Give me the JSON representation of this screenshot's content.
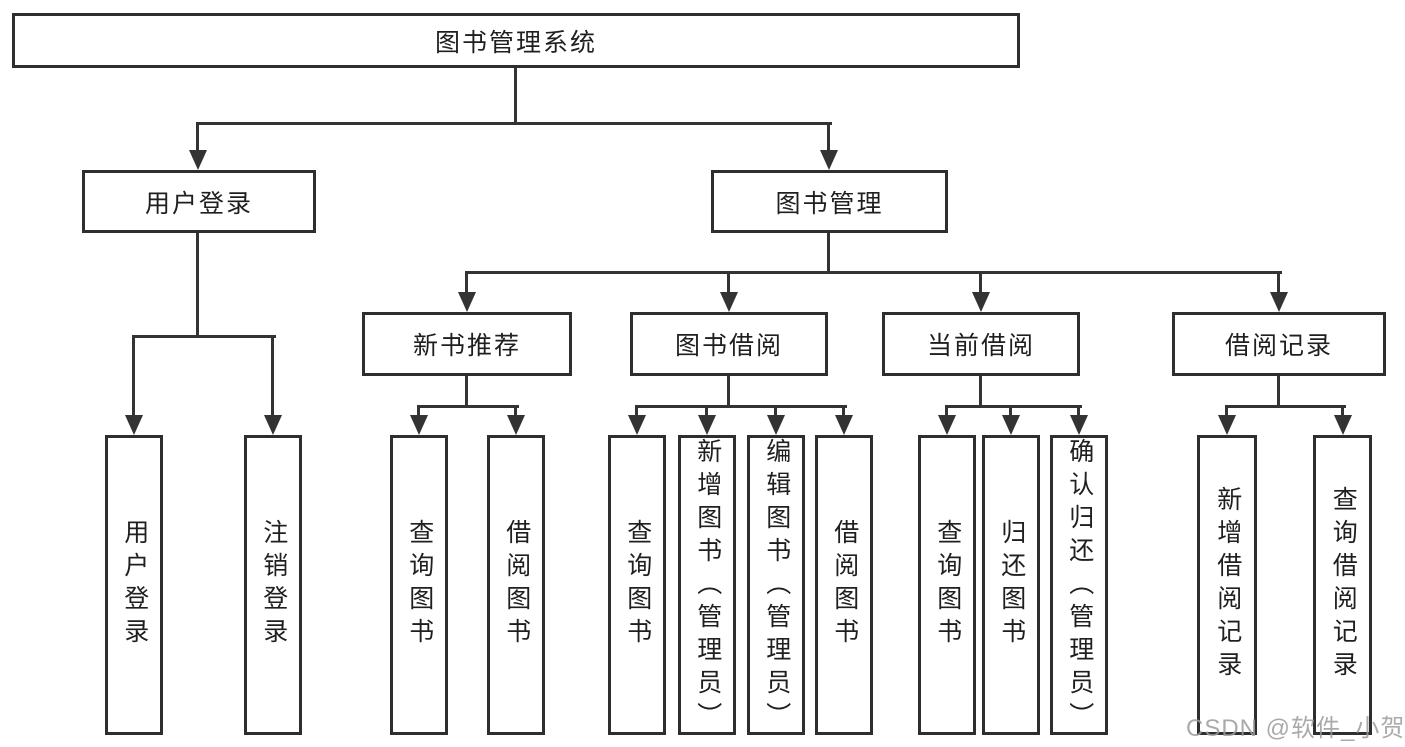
{
  "title": "图书管理系统",
  "watermark": {
    "text": "CSDN @软件_小贺同学"
  },
  "colors": {
    "line": "#333333",
    "box_border": "#2e2e2e",
    "text": "#1f1f1f",
    "background": "#ffffff",
    "watermark": "#9c9c9c"
  },
  "tree": {
    "root": {
      "label": "图书管理系统",
      "children": [
        {
          "label": "用户登录",
          "children": [
            {
              "label": "用户登录"
            },
            {
              "label": "注销登录"
            }
          ]
        },
        {
          "label": "图书管理",
          "children": [
            {
              "label": "新书推荐",
              "children": [
                {
                  "label": "查询图书"
                },
                {
                  "label": "借阅图书"
                }
              ]
            },
            {
              "label": "图书借阅",
              "children": [
                {
                  "label": "查询图书"
                },
                {
                  "label": "新增图书（管理员）"
                },
                {
                  "label": "编辑图书（管理员）"
                },
                {
                  "label": "借阅图书"
                }
              ]
            },
            {
              "label": "当前借阅",
              "children": [
                {
                  "label": "查询图书"
                },
                {
                  "label": "归还图书"
                },
                {
                  "label": "确认归还（管理员）"
                }
              ]
            },
            {
              "label": "借阅记录",
              "children": [
                {
                  "label": "新增借阅记录"
                },
                {
                  "label": "查询借阅记录"
                }
              ]
            }
          ]
        }
      ]
    }
  }
}
